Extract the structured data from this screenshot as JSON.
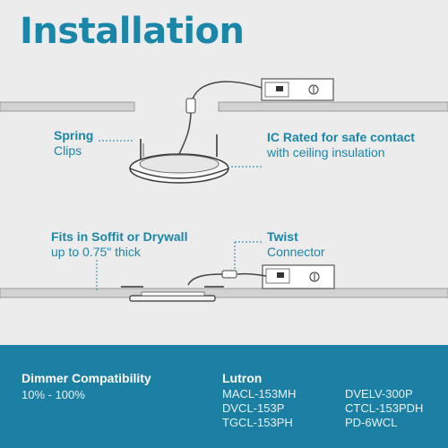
{
  "title": "Installation",
  "callouts": {
    "spring": {
      "bold": "Spring",
      "normal": "Clips"
    },
    "ic": {
      "bold": "IC Rated for safe contact",
      "normal": "with ceiling insulation"
    },
    "soffit": {
      "bold": "Fits in Soffit or Drywall",
      "normal": "up to 0.75\" thick"
    },
    "twist": {
      "bold": "Twist",
      "normal": "Connector"
    }
  },
  "footer": {
    "dimmer_label": "Dimmer Compatibility",
    "dimmer_range": "10% - 100%",
    "brand": "Lutron",
    "models_left": [
      "MACL-153MH",
      "DVCL-153P",
      "TGCL-153PH"
    ],
    "models_right": [
      "DVELV-300P",
      "CTCL-153PDH",
      "PD-6WCL"
    ]
  },
  "colors": {
    "accent": "#1a86a8",
    "footer_bg": "#1c7fa4",
    "background": "#ececec"
  }
}
